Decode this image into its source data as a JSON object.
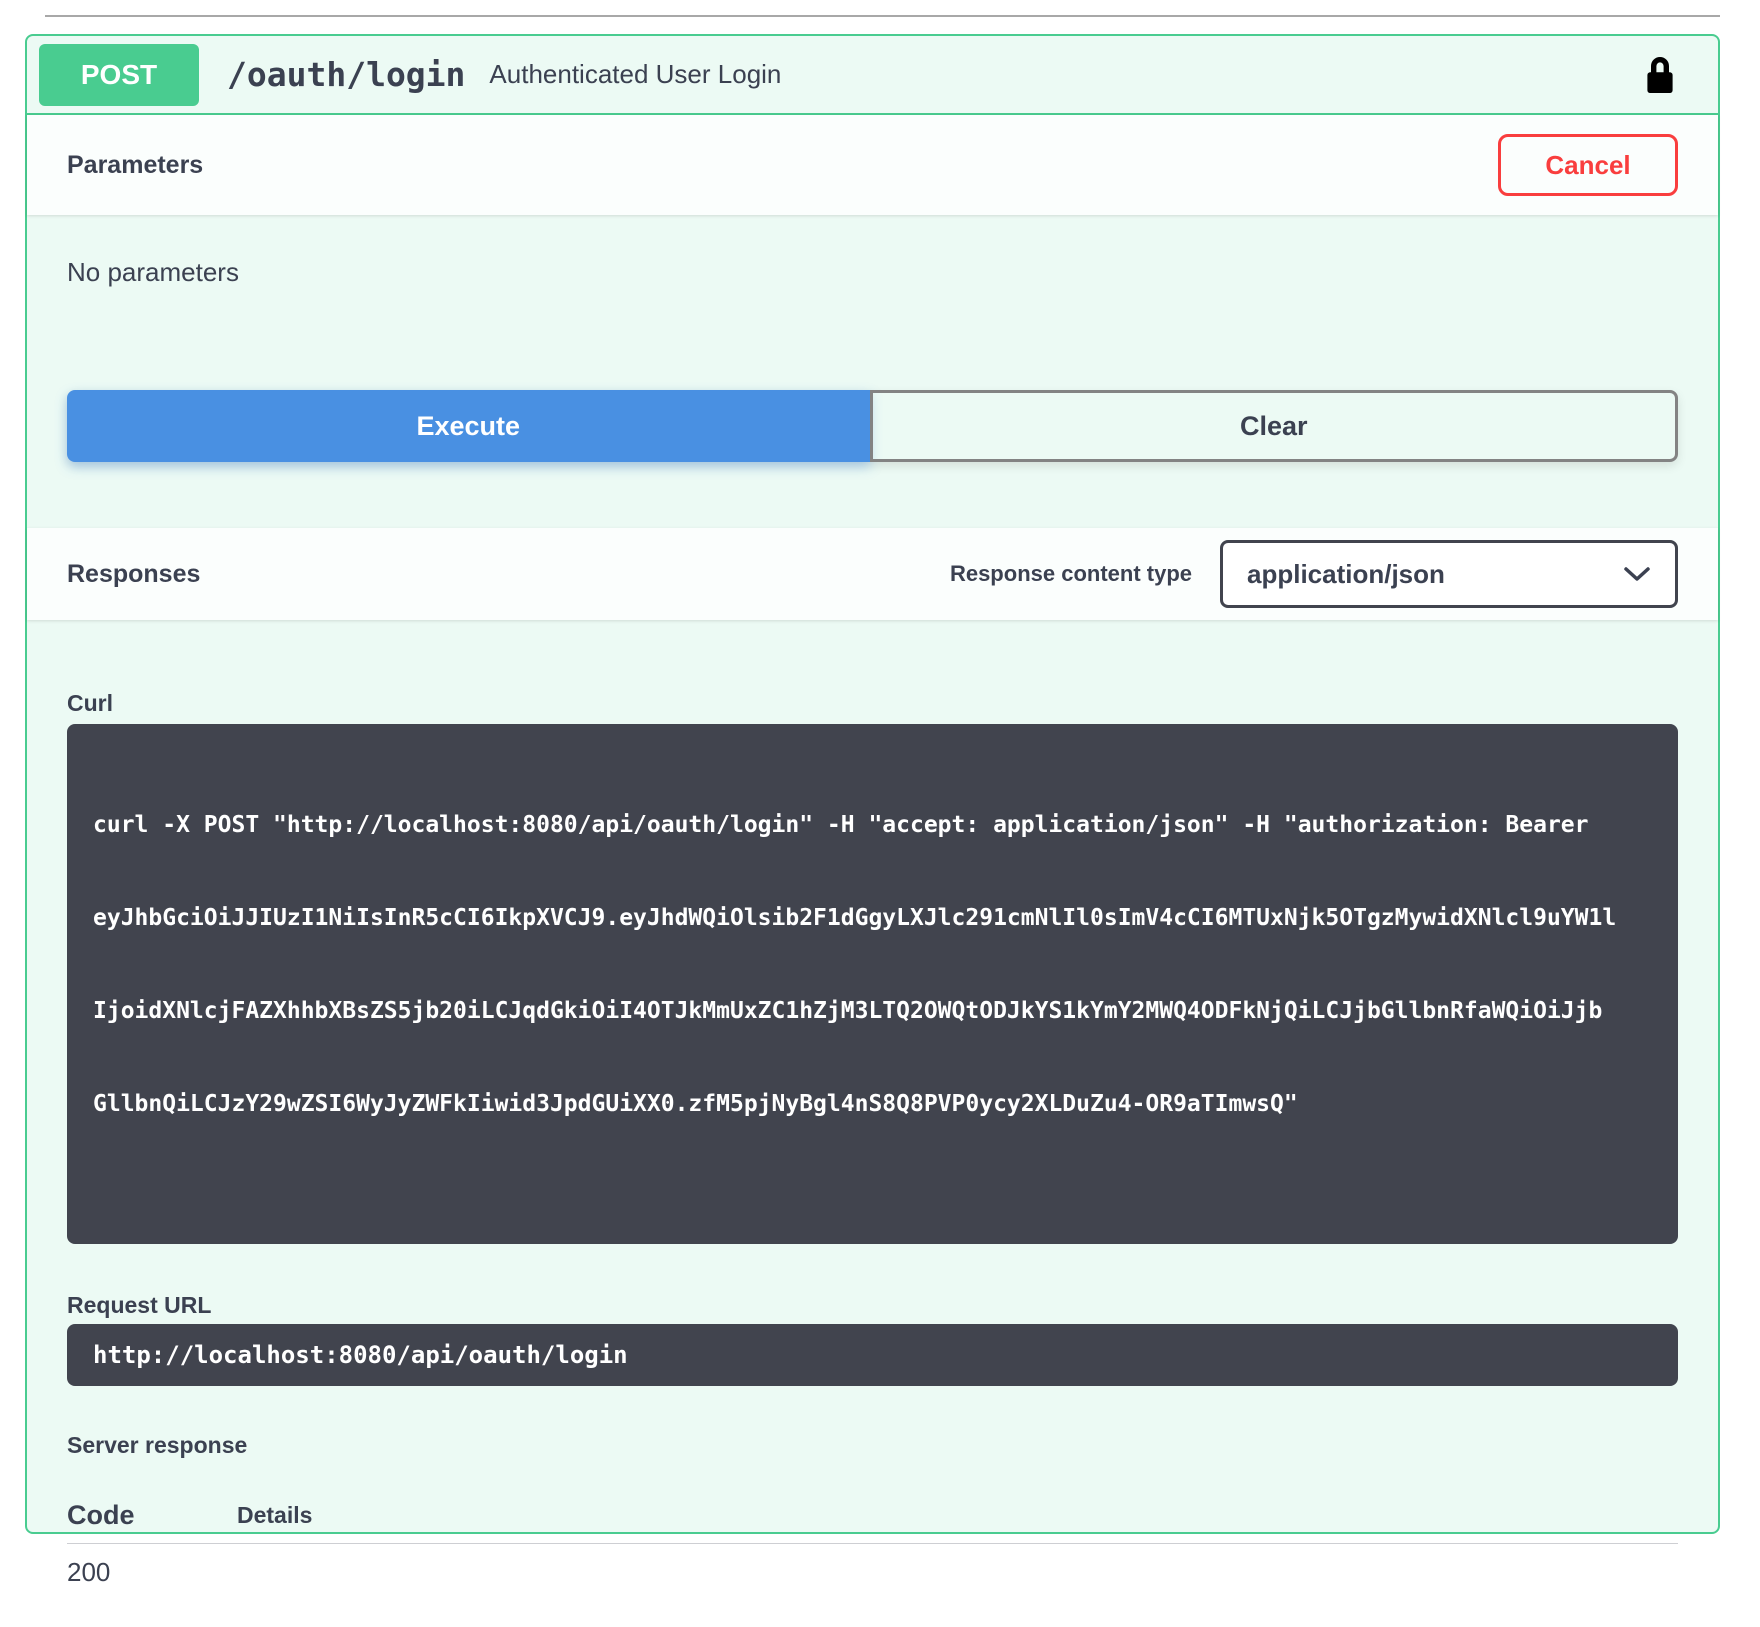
{
  "endpoint": {
    "method": "POST",
    "path": "/oauth/login",
    "summary": "Authenticated User Login"
  },
  "parameters": {
    "title": "Parameters",
    "cancel_label": "Cancel",
    "empty_text": "No parameters",
    "execute_label": "Execute",
    "clear_label": "Clear"
  },
  "responses": {
    "title": "Responses",
    "content_type_label": "Response content type",
    "content_type_value": "application/json",
    "curl": {
      "label": "Curl",
      "lines": [
        "curl -X POST \"http://localhost:8080/api/oauth/login\" -H \"accept: application/json\" -H \"authorization: Bearer",
        "eyJhbGciOiJJIUzI1NiIsInR5cCI6IkpXVCJ9.eyJhdWQiOlsib2F1dGgyLXJlc291cmNlIl0sImV4cCI6MTUxNjk5OTgzMywidXNlcl9uYW1l",
        "IjoidXNlcjFAZXhhbXBsZS5jb20iLCJqdGkiOiI4OTJkMmUxZC1hZjM3LTQ2OWQtODJkYS1kYmY2MWQ4ODFkNjQiLCJjbGllbnRfaWQiOiJjb",
        "GllbnQiLCJzY29wZSI6WyJyZWFkIiwid3JpdGUiXX0.zfM5pjNyBgl4nS8Q8PVP0ycy2XLDuZu4-OR9aTImwsQ\""
      ]
    },
    "request_url": {
      "label": "Request URL",
      "value": "http://localhost:8080/api/oauth/login"
    },
    "server_response": {
      "label": "Server response",
      "code_header": "Code",
      "details_header": "Details",
      "first_row_code": "200"
    }
  },
  "icons": {
    "auth": "lock-icon",
    "content_type": "chevron-down-icon"
  },
  "colors": {
    "method_accent": "#49cc90",
    "execute_blue": "#4990e2",
    "cancel_red": "#f93e3e",
    "code_block_bg": "#41444e",
    "text": "#3b4151"
  }
}
